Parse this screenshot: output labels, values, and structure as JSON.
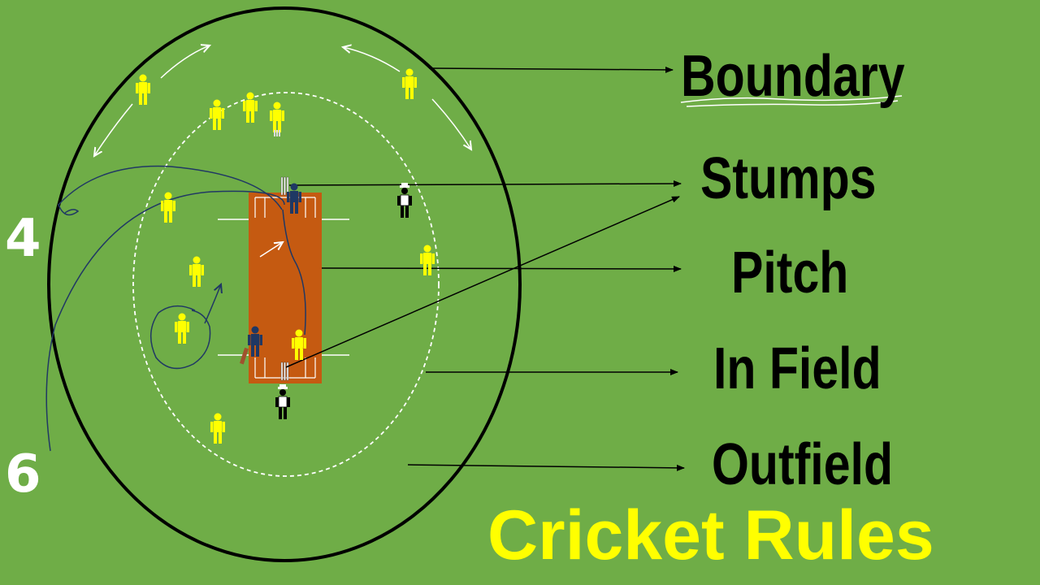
{
  "labels": {
    "boundary": "Boundary",
    "stumps": "Stumps",
    "pitch": "Pitch",
    "in_field": "In Field",
    "outfield": "Outfield"
  },
  "title": "Cricket Rules",
  "scores": {
    "four": "4",
    "six": "6"
  },
  "colors": {
    "grass": "#6fad47",
    "pitch": "#c55a11",
    "fielder": "#ffff00",
    "batsman": "#1f3864",
    "umpire_shirt": "#ffffff",
    "title": "#ffff00",
    "boundary_line": "#000000",
    "inner_circle": "#ffffff",
    "ball_path": "#203864"
  },
  "icons": {
    "fielder": "fielder-figure-icon",
    "batsman": "batsman-figure-icon",
    "umpire": "umpire-figure-icon",
    "wicket_keeper": "wicket-keeper-figure-icon",
    "stumps": "stumps-icon"
  }
}
